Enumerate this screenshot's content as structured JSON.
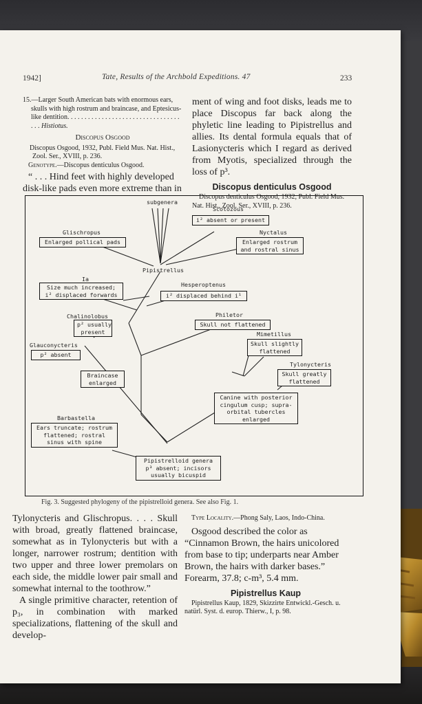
{
  "header": {
    "year": "1942]",
    "running_title": "Tate, Results of the Archbold Expeditions. 47",
    "page_number": "233"
  },
  "left_column": {
    "key_couplet": "15.—Larger South American bats with enormous ears, skulls with high rostrum and braincase, and Eptesicus-like dentition. . . . . . . . . . . . . . . . . . . . . . . . . . . . . . . . . . . .",
    "key_result": "Histiotus.",
    "genus_heading": "Discopus Osgood",
    "genus_citation": "Discopus Osgood, 1932, Publ. Field Mus. Nat. Hist., Zool. Ser., XVIII, p. 236.",
    "genotype_label": "Genotype.",
    "genotype_text": "—Discopus denticulus Osgood.",
    "quote_start": "“ . . . Hind feet with highly developed disk-like pads even more extreme than in"
  },
  "right_column": {
    "continuation": "ment of wing and foot disks, leads me to place Discopus far back along the phyletic line leading to Pipistrellus and allies. Its dental formula equals that of Lasionycteris which I regard as derived from Myotis, specialized through the loss of p³.",
    "species_heading": "Discopus denticulus Osgood",
    "species_citation": "Discopus denticulus Osgood, 1932, Publ. Field Mus. Nat. Hist., Zool. Ser., XVIII, p. 236."
  },
  "figure": {
    "caption": "Fig. 3.  Suggested phylogeny of the pipistrelloid genera.  See also Fig. 1.",
    "labels": {
      "subgenera": "subgenera",
      "scotozous": "Scotozous",
      "glischropus": "Glischropus",
      "nyctalus": "Nyctalus",
      "pipistrellus": "Pipistrellus",
      "ia": "Ia",
      "hesperoptenus": "Hesperoptenus",
      "chalinolobus": "Chalinolobus",
      "philetor": "Philetor",
      "mimetillus": "Mimetillus",
      "glauconycteris": "Glauconycteris",
      "tylonycteris": "Tylonycteris",
      "barbastella": "Barbastella"
    },
    "boxes": {
      "scotozous": "i² absent or present",
      "glischropus": "Enlarged pollical pads",
      "nyctalus_1": "Enlarged rostrum",
      "nyctalus_2": "and rostral sinus",
      "ia_1": "Size much increased;",
      "ia_2": "i² displaced forwards",
      "hesperoptenus": "i² displaced behind i¹",
      "chalinolobus_1": "p² usually",
      "chalinolobus_2": "present",
      "philetor": "Skull not flattened",
      "mimetillus_1": "Skull slightly",
      "mimetillus_2": "flattened",
      "glauconycteris": "p² absent",
      "tylonycteris_1": "Skull greatly",
      "tylonycteris_2": "flattened",
      "braincase_1": "Braincase",
      "braincase_2": "enlarged",
      "canine_1": "Canine with posterior",
      "canine_2": "cingulum cusp; supra-",
      "canine_3": "orbital tubercles",
      "canine_4": "enlarged",
      "barbastella_1": "Ears truncate; rostrum",
      "barbastella_2": "flattened; rostral",
      "barbastella_3": "sinus with spine",
      "root_1": "Pipistrelloid genera",
      "root_2": "p³ absent; incisors",
      "root_3": "usually bicuspid"
    }
  },
  "lower_left": {
    "paragraph_1": "Tylonycteris and Glischropus. . . . Skull with broad, greatly flattened braincase, somewhat as in Tylonycteris but with a longer, narrower rostrum; dentition with two upper and three lower premolars on each side, the middle lower pair small and somewhat internal to the toothrow.”",
    "paragraph_2": "A single primitive character, retention of p₃, in combination with marked specializations, flattening of the skull and develop-"
  },
  "lower_right": {
    "type_locality_label": "Type Locality.",
    "type_locality_text": "—Phong Saly, Laos, Indo-China.",
    "osgood_paragraph": "Osgood described the color as “Cinnamon Brown, the hairs unicolored from base to tip; underparts near Amber Brown, the hairs with darker bases.” Forearm, 37.8; c-m³, 5.4 mm.",
    "genus_heading": "Pipistrellus Kaup",
    "genus_citation": "Pipistrellus Kaup, 1829, Skizzirte Entwickl.-Gesch. u. natürl. Syst. d. europ. Thierw., I, p. 98."
  }
}
